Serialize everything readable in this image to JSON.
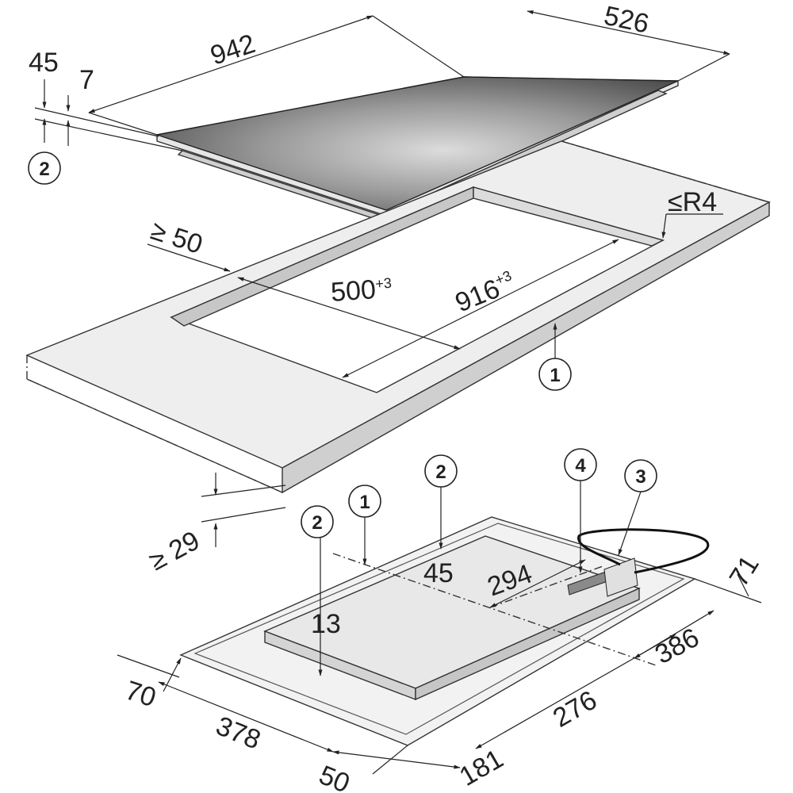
{
  "diagram": {
    "top": {
      "dimensions": {
        "length": "942",
        "width": "526",
        "overall_thickness": "45",
        "frame_thickness": "7",
        "min_edge_distance": "≥ 50",
        "cutout_depth_base": "500",
        "cutout_depth_tol": "+3",
        "cutout_length_base": "916",
        "cutout_length_tol": "+3",
        "corner_radius": "≤R4",
        "worktop_thickness": "≥ 29"
      },
      "callouts": [
        "2",
        "1"
      ]
    },
    "bottom": {
      "dimensions": {
        "d45": "45",
        "d294": "294",
        "d13": "13",
        "d71": "71",
        "d386": "386",
        "d70": "70",
        "d378": "378",
        "d276": "276",
        "d50": "50",
        "d181": "181"
      },
      "callouts": [
        "2",
        "1",
        "2",
        "4",
        "3"
      ]
    },
    "colors": {
      "glass_dark": "#3a3a3a",
      "glass_light": "#d8d8d8",
      "worktop_top": "#eeeeee",
      "worktop_front": "#cfcfcf",
      "line": "#222222"
    }
  }
}
